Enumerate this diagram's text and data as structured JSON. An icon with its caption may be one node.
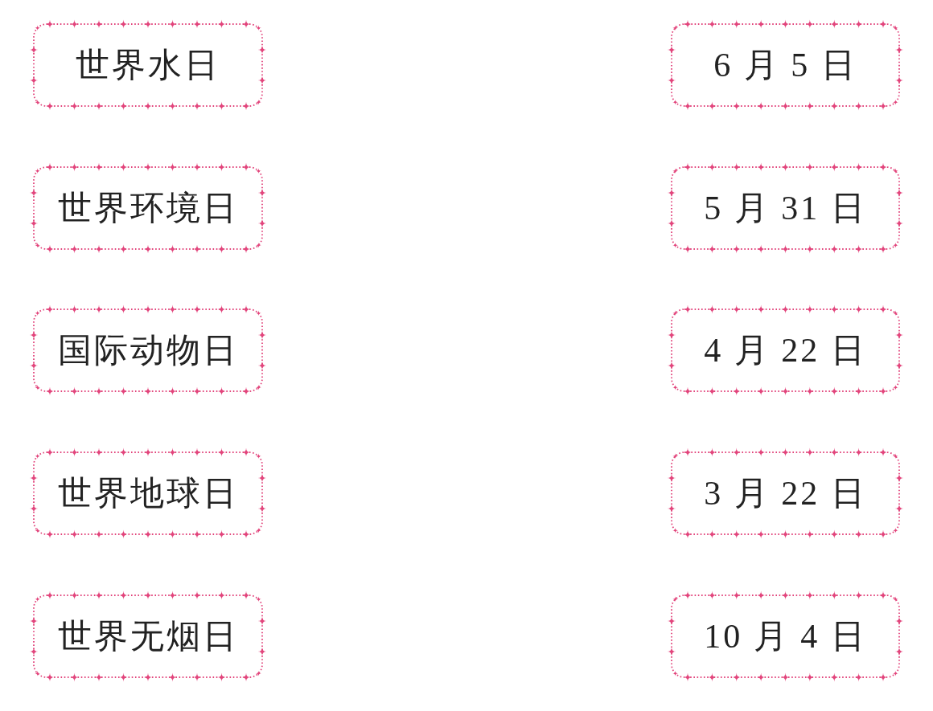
{
  "diagram": {
    "nodes": [
      {
        "text": [
          "世界水日"
        ]
      },
      {
        "text": [
          "6 月 5 日"
        ]
      },
      {
        "text": [
          "世界环境日"
        ]
      },
      {
        "text": [
          "5 月 31 日"
        ]
      },
      {
        "text": [
          "国际动物日"
        ]
      },
      {
        "text": [
          "4 月 22 日"
        ]
      },
      {
        "text": [
          "世界地球日"
        ]
      },
      {
        "text": [
          "3 月 22 日"
        ]
      },
      {
        "text": [
          "世界无烟日"
        ]
      },
      {
        "text": [
          "10 月 4 日"
        ]
      }
    ]
  }
}
